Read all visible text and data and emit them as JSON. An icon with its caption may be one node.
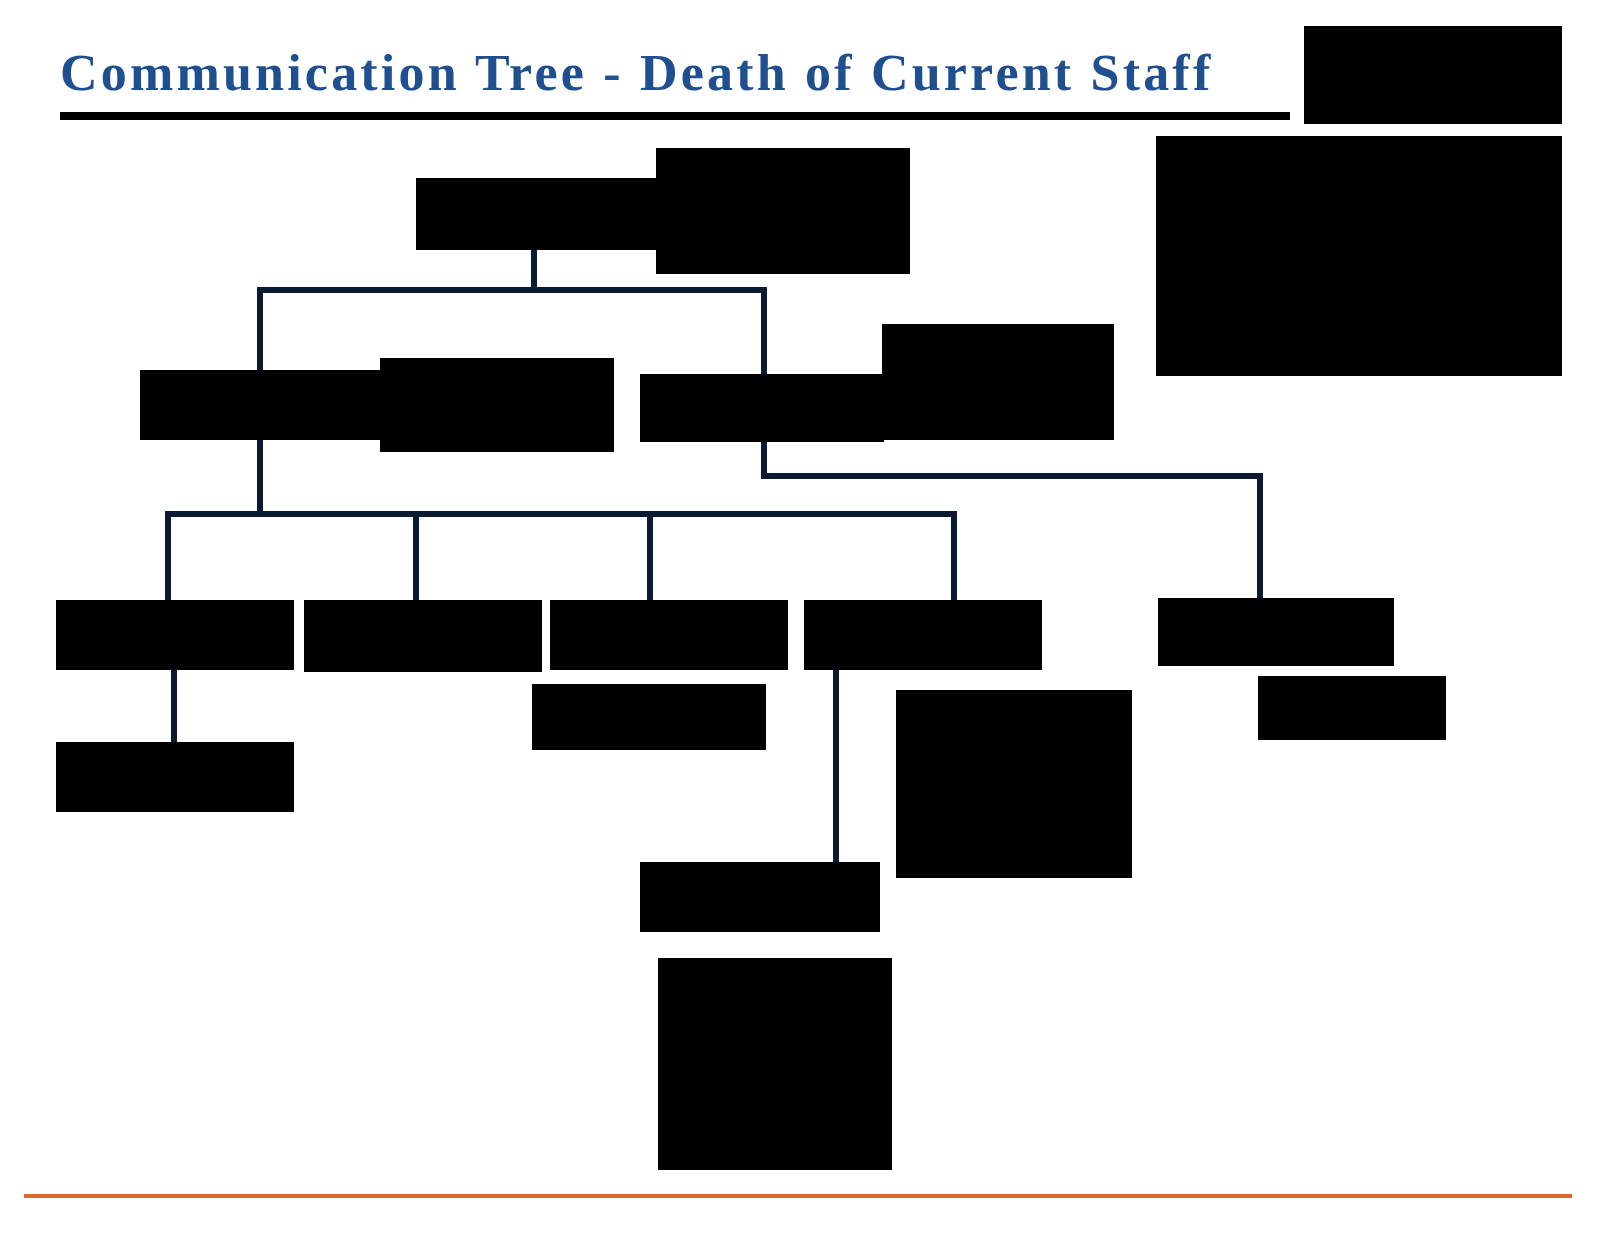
{
  "diagram": {
    "title": "Communication Tree - Death of Current Staff",
    "nodes": [
      {
        "text": [],
        "shape": "box"
      },
      {
        "text": [],
        "shape": "box"
      },
      {
        "text": [],
        "shape": "box"
      },
      {
        "text": [],
        "shape": "box"
      },
      {
        "text": [],
        "shape": "box"
      },
      {
        "text": [],
        "shape": "box"
      },
      {
        "text": [],
        "shape": "box"
      },
      {
        "text": [],
        "shape": "box"
      },
      {
        "text": [],
        "shape": "box"
      },
      {
        "text": [],
        "shape": "box"
      },
      {
        "text": [],
        "shape": "box"
      },
      {
        "text": [],
        "shape": "box"
      },
      {
        "text": [],
        "shape": "box"
      },
      {
        "text": [],
        "shape": "box"
      },
      {
        "text": [],
        "shape": "box"
      },
      {
        "text": [],
        "shape": "box"
      },
      {
        "text": [],
        "shape": "box"
      },
      {
        "text": [],
        "shape": "box"
      },
      {
        "text": [],
        "shape": "box"
      }
    ],
    "edges": [
      {
        "from": 0,
        "to": 4,
        "arrow": "none"
      },
      {
        "from": 0,
        "to": 6,
        "arrow": "none"
      },
      {
        "from": 4,
        "to": 8,
        "arrow": "none"
      },
      {
        "from": 4,
        "to": 9,
        "arrow": "none"
      },
      {
        "from": 4,
        "to": 10,
        "arrow": "none"
      },
      {
        "from": 4,
        "to": 11,
        "arrow": "none"
      },
      {
        "from": 6,
        "to": 12,
        "arrow": "none"
      },
      {
        "from": 8,
        "to": 15,
        "arrow": "none"
      },
      {
        "from": 11,
        "to": 17,
        "arrow": "none"
      }
    ]
  }
}
